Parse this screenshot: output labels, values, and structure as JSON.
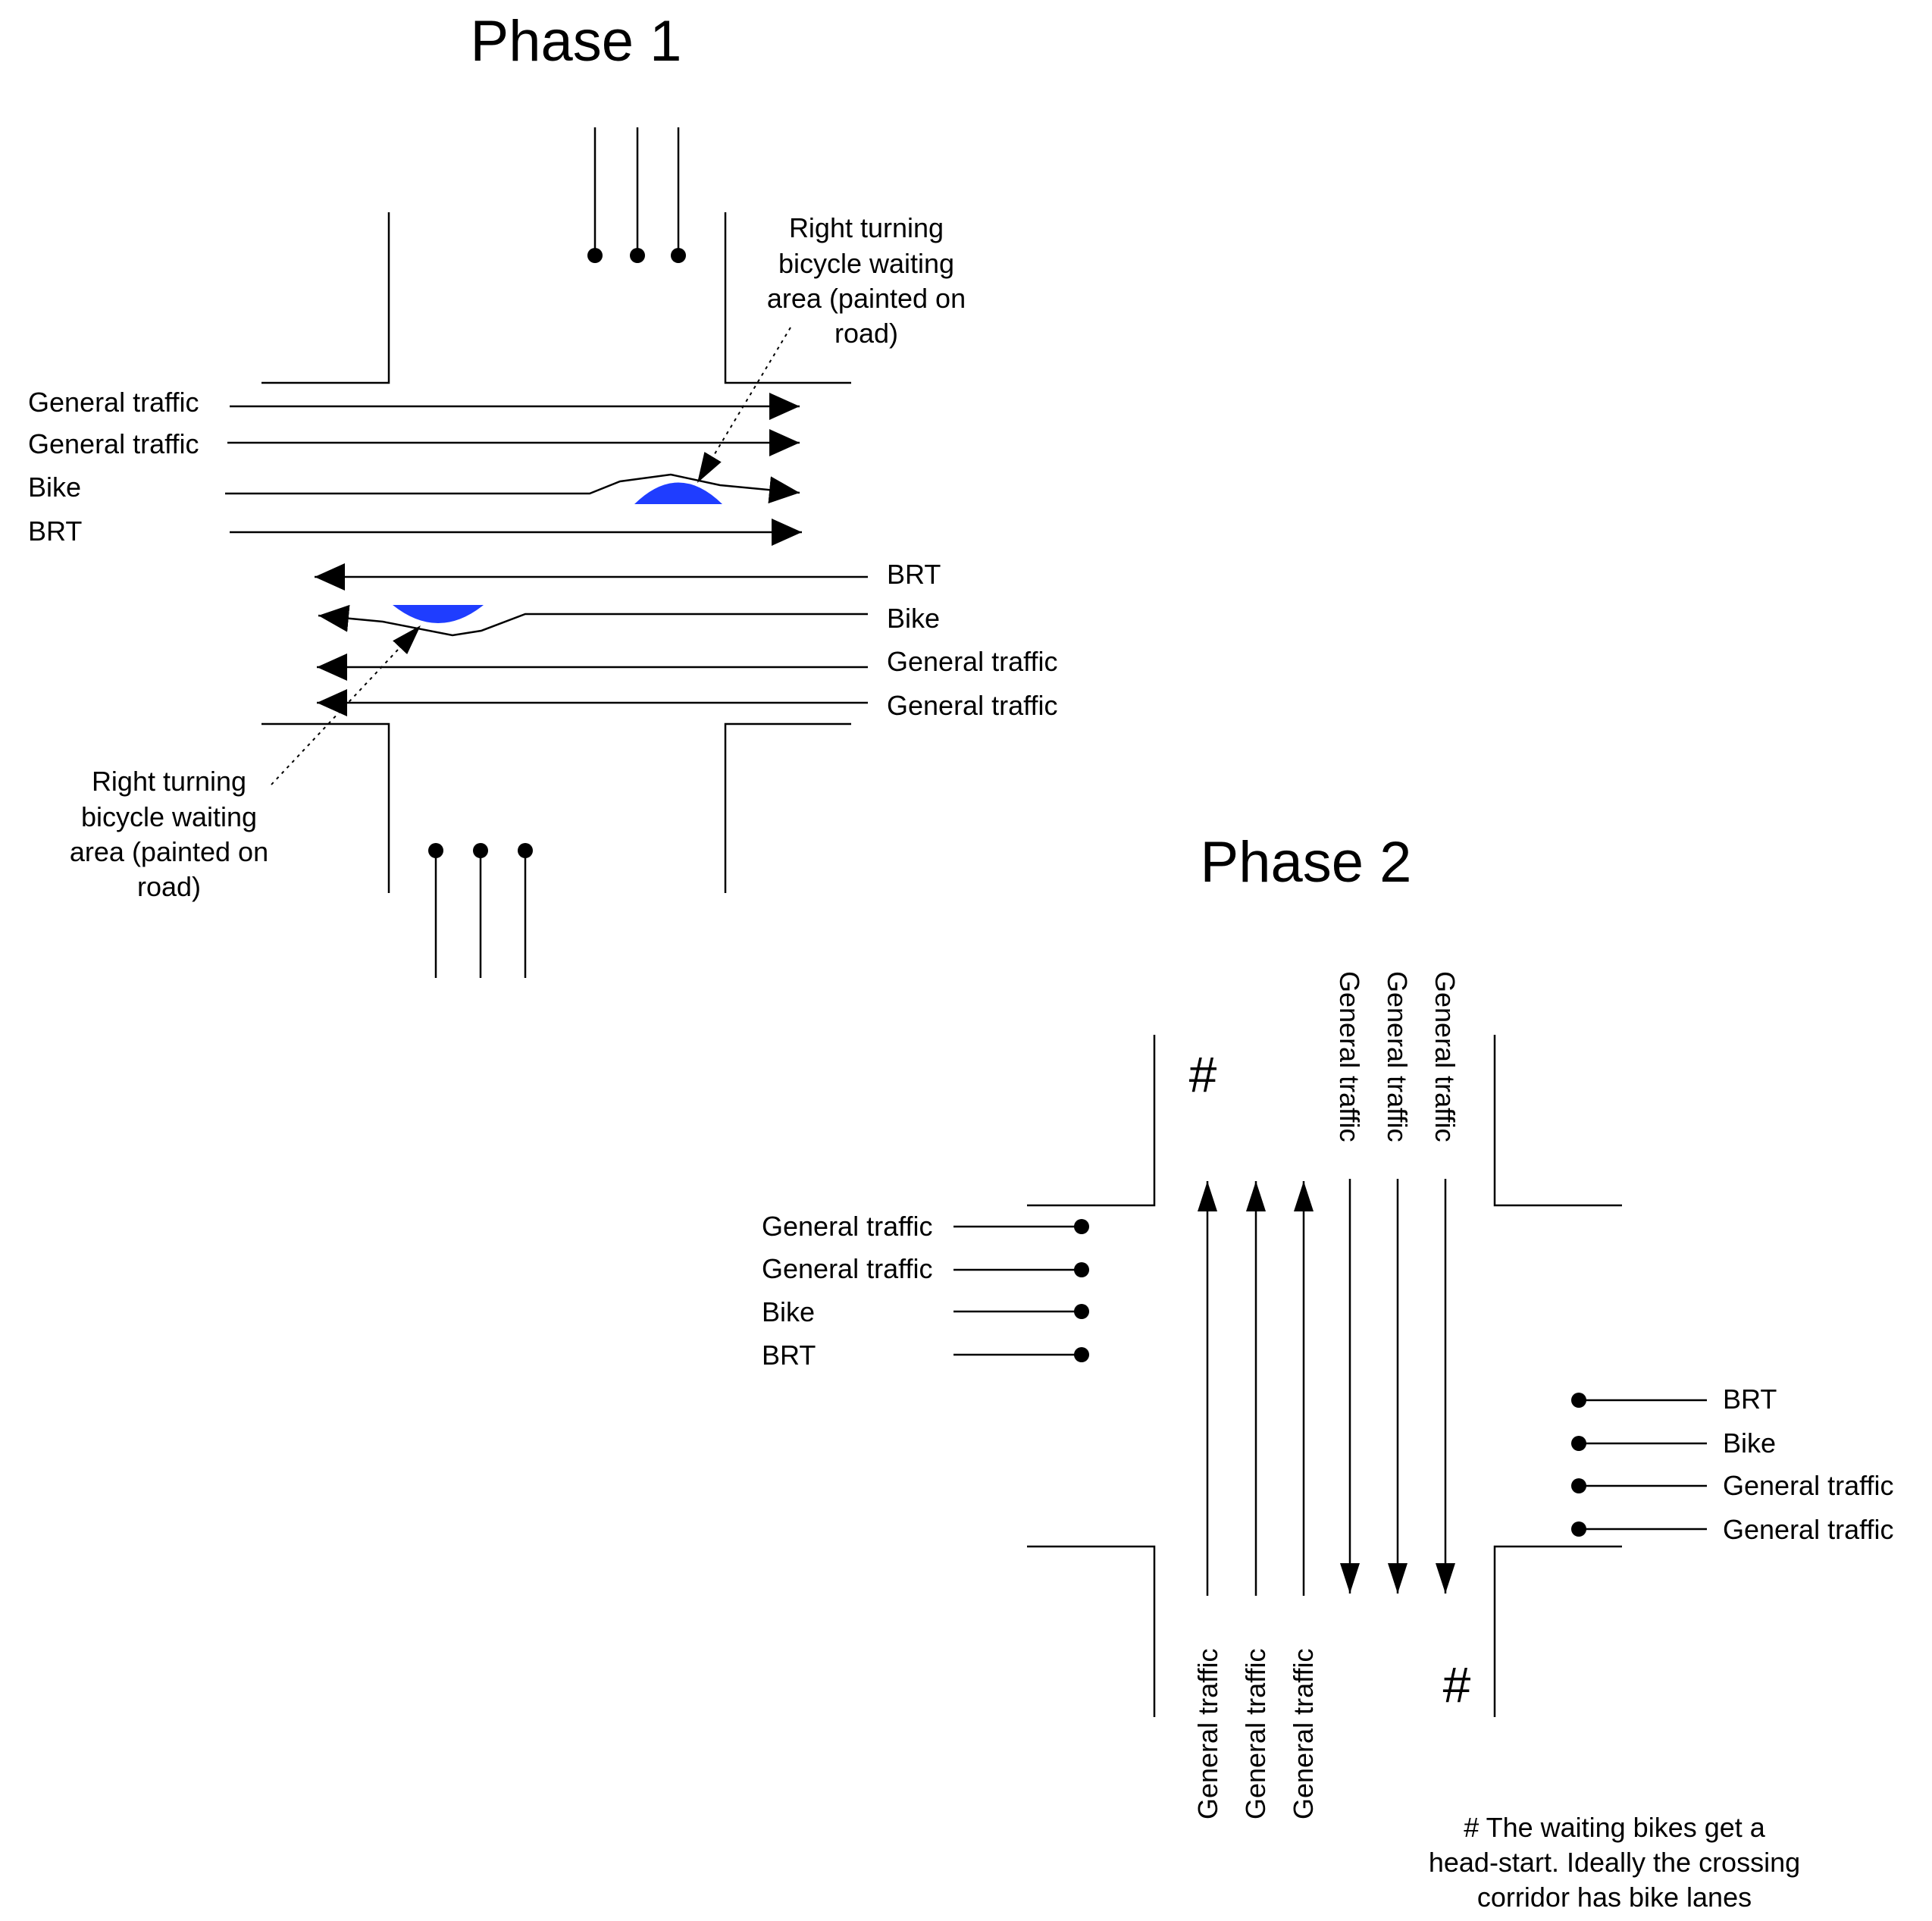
{
  "phase1": {
    "title": "Phase 1",
    "left_lane_labels": [
      "General traffic",
      "General traffic",
      "Bike",
      "BRT"
    ],
    "right_lane_labels": [
      "BRT",
      "Bike",
      "General traffic",
      "General traffic"
    ],
    "callout_top": [
      "Right turning",
      "bicycle waiting",
      "area (painted on",
      "road)"
    ],
    "callout_bottom": [
      "Right turning",
      "bicycle waiting",
      "area (painted on",
      "road)"
    ]
  },
  "phase2": {
    "title": "Phase 2",
    "left_stopped_labels": [
      "General traffic",
      "General traffic",
      "Bike",
      "BRT"
    ],
    "right_stopped_labels": [
      "BRT",
      "Bike",
      "General traffic",
      "General traffic"
    ],
    "southbound_labels": [
      "General traffic",
      "General traffic",
      "General traffic"
    ],
    "northbound_labels": [
      "General traffic",
      "General traffic",
      "General traffic"
    ],
    "hash_mark": "#",
    "footnote": [
      "# The waiting bikes get a",
      "head-start. Ideally the crossing",
      "corridor has bike lanes"
    ]
  },
  "colors": {
    "bike_waiting_area": "#1f3dff",
    "line": "#000000"
  }
}
